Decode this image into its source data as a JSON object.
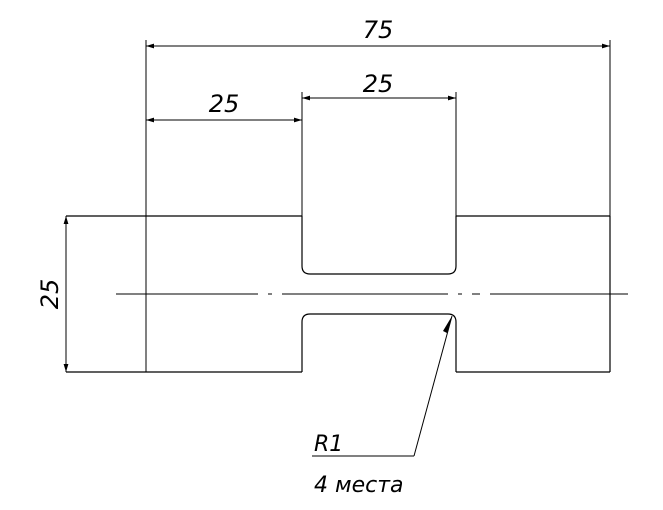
{
  "dimensions": {
    "overall_width": "75",
    "left_offset": "25",
    "slot_width": "25",
    "height": "25"
  },
  "note": {
    "radius": "R1",
    "count": "4 места"
  }
}
